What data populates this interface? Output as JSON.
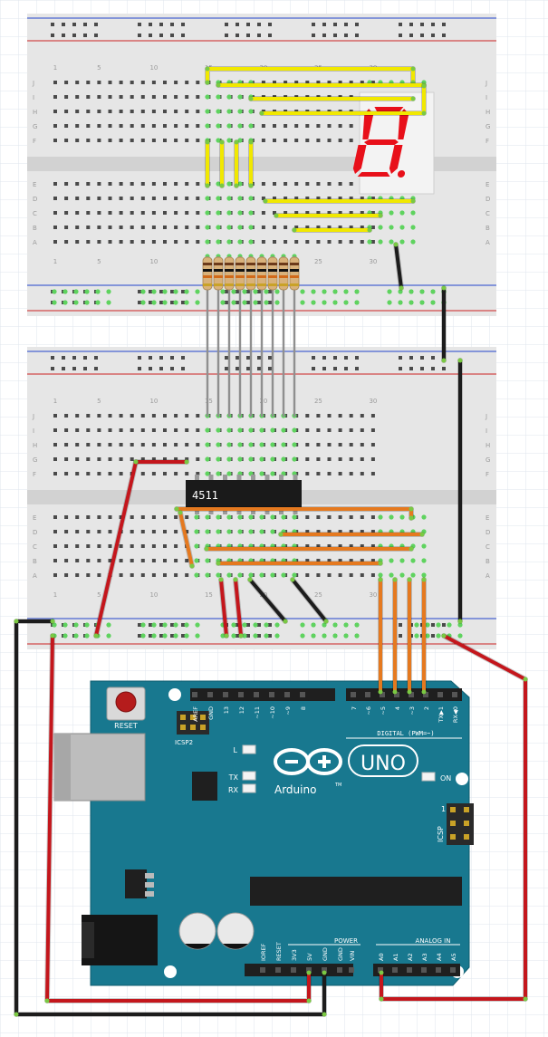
{
  "breadboard_top": {
    "row_letters_left": [
      "J",
      "I",
      "H",
      "G",
      "F",
      "E",
      "D",
      "C",
      "B",
      "A"
    ],
    "row_letters_right": [
      "J",
      "I",
      "H",
      "G",
      "F",
      "E",
      "D",
      "C",
      "B",
      "A"
    ],
    "column_numbers": [
      "1",
      "5",
      "10",
      "15",
      "20",
      "25",
      "30"
    ]
  },
  "breadboard_bottom": {
    "row_letters_left": [
      "J",
      "I",
      "H",
      "G",
      "F",
      "E",
      "D",
      "C",
      "B",
      "A"
    ],
    "row_letters_right": [
      "J",
      "I",
      "H",
      "G",
      "F",
      "E",
      "D",
      "C",
      "B",
      "A"
    ],
    "column_numbers": [
      "1",
      "5",
      "10",
      "15",
      "20",
      "25",
      "30"
    ]
  },
  "ic": {
    "label": "4511"
  },
  "arduino": {
    "reset_label": "RESET",
    "icsp2_label": "ICSP2",
    "icsp_label": "ICSP",
    "icsp_pin1": "1",
    "digital_label": "DIGITAL (PWM=~)",
    "led_l": "L",
    "led_tx": "TX",
    "led_rx": "RX",
    "on_label": "ON",
    "uno_label": "UNO",
    "brand": "Arduino",
    "tm": "TM",
    "power_label": "POWER",
    "analog_label": "ANALOG IN",
    "digital_pins": [
      "AREF",
      "GND",
      "13",
      "12",
      "~11",
      "~10",
      "~9",
      "8",
      "7",
      "~6",
      "~5",
      "4",
      "~3",
      "2",
      "TX▶1",
      "RX◀0"
    ],
    "power_pins": [
      "IOREF",
      "RESET",
      "3V3",
      "5V",
      "GND",
      "GND",
      "VIN"
    ],
    "analog_pins": [
      "A0",
      "A1",
      "A2",
      "A3",
      "A4",
      "A5"
    ]
  },
  "colors": {
    "board": "#18788f",
    "breadboard": "#e6e6e6",
    "wire_yellow": "#f1e800",
    "wire_orange": "#e5791f",
    "wire_red": "#c4161c",
    "wire_black": "#1c1c1c",
    "wire_gray": "#8f8f8f",
    "segment_red": "#e8101a"
  }
}
